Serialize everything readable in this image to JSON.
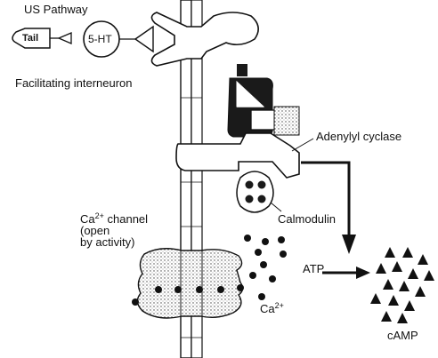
{
  "labels": {
    "us_pathway": "US Pathway",
    "tail": "Tail",
    "serotonin": "5-HT",
    "facilitating_interneuron": "Facilitating interneuron",
    "adenylyl_cyclase": "Adenylyl cyclase",
    "calmodulin": "Calmodulin",
    "ca_channel_line1_base": "Ca",
    "ca_channel_line1_sup": "2+",
    "ca_channel_line1_rest": " channel",
    "ca_channel_line2": "(open",
    "ca_channel_line3": "by activity)",
    "atp": "ATP",
    "ca_ion_base": "Ca",
    "ca_ion_sup": "2+",
    "camp": "cAMP"
  },
  "colors": {
    "ink": "#111111",
    "fill_dark": "#1a1a1a",
    "stipple": "#c8c8c8",
    "background": "#ffffff"
  }
}
